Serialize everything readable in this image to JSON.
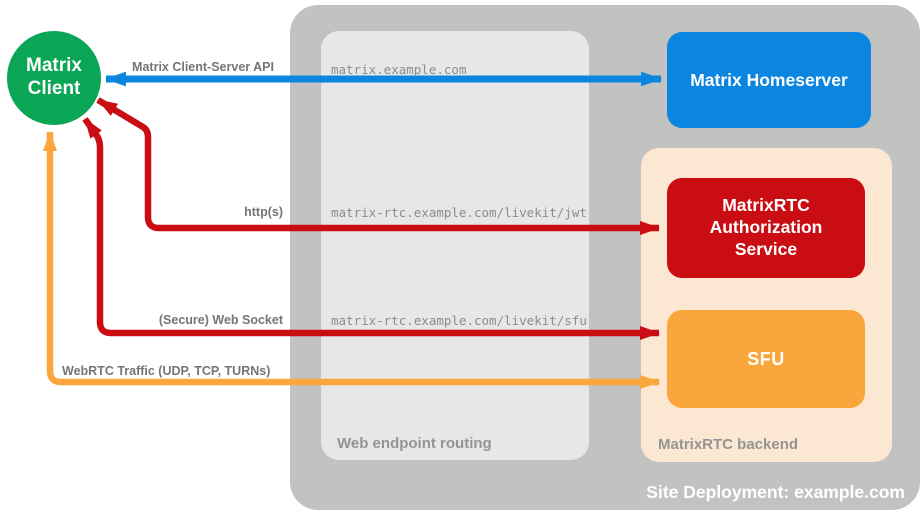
{
  "title": "MatrixRTC site deployment diagram",
  "colors": {
    "client_green": "#0aa555",
    "homeserver_blue": "#0b86e0",
    "auth_red": "#c90d12",
    "sfu_orange": "#f9a63c",
    "backend_peach": "#fce8d2",
    "site_gray": "#c2c2c2",
    "routing_gray": "#e7e7e7",
    "label_gray": "#949494",
    "text_gray": "#757575"
  },
  "nodes": {
    "client": {
      "label": "Matrix Client"
    },
    "homeserver": {
      "label": "Matrix Homeserver"
    },
    "auth_service": {
      "label": "MatrixRTC Authorization Service"
    },
    "sfu": {
      "label": "SFU"
    }
  },
  "containers": {
    "site": {
      "label": "Site Deployment: example.com"
    },
    "routing": {
      "label": "Web endpoint routing"
    },
    "backend": {
      "label": "MatrixRTC backend"
    }
  },
  "routes": {
    "homeserver_url": "matrix.example.com",
    "jwt_url": "matrix-rtc.example.com/livekit/jwt",
    "sfu_url": "matrix-rtc.example.com/livekit/sfu"
  },
  "connections": {
    "cs_api": {
      "label": "Matrix Client-Server API",
      "color": "#0b86e0",
      "from": "Matrix Client",
      "to": "Matrix Homeserver",
      "bidirectional": true
    },
    "http": {
      "label": "http(s)",
      "color": "#c90d12",
      "from": "Matrix Client",
      "to": "MatrixRTC Authorization Service",
      "bidirectional": true
    },
    "websocket": {
      "label": "(Secure) Web Socket",
      "color": "#c90d12",
      "from": "Matrix Client",
      "to": "SFU",
      "bidirectional": true
    },
    "webrtc": {
      "label": "WebRTC Traffic (UDP, TCP, TURNs)",
      "color": "#f9a63c",
      "from": "Matrix Client",
      "to": "SFU",
      "bidirectional": true
    }
  }
}
